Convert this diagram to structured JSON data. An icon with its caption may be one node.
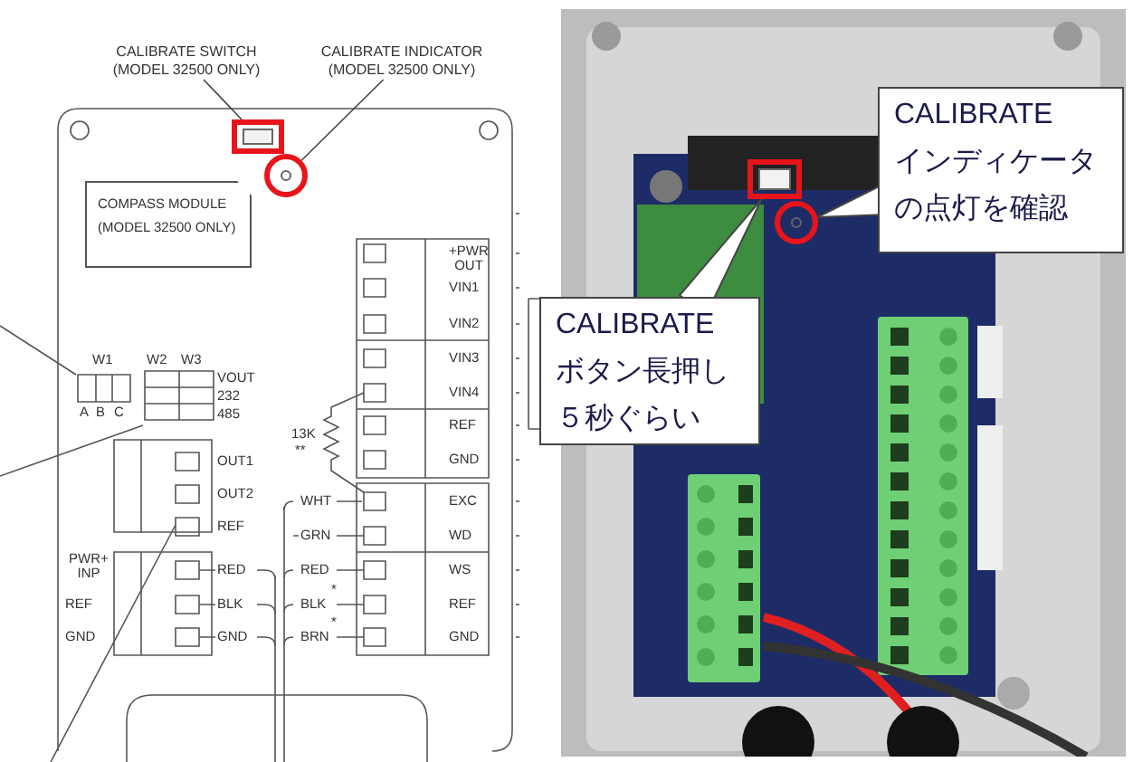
{
  "diagram": {
    "nodes": [
      {
        "text": [
          "CALIBRATE SWITCH (MODEL 32500 ONLY)"
        ]
      },
      {
        "text": [],
        "shape": "box"
      },
      {
        "text": [
          "CALIBRATE INDICATOR (MODEL 32500 ONLY)"
        ]
      },
      {
        "text": [],
        "shape": "circle"
      },
      {
        "text": [
          "COMPASS MODULE",
          "(MODEL 32500 ONLY)"
        ]
      },
      {
        "text": [],
        "shape": "picture"
      },
      {
        "text": [
          "CALIBRATE インディケータの点灯を確認"
        ],
        "in": 5
      },
      {
        "text": [],
        "shape": "box",
        "in": 5
      },
      {
        "text": [],
        "shape": "circle",
        "in": 5
      },
      {
        "text": [
          "CALIBRATE ボタン長押し５秒ぐらい"
        ]
      }
    ],
    "edges": [
      {
        "from": 0,
        "to": 1,
        "arrow": "none"
      },
      {
        "from": 2,
        "to": 3,
        "arrow": "none"
      },
      {
        "from": 6,
        "to": 8,
        "arrow": "none"
      },
      {
        "from": 9,
        "to": 7,
        "arrow": "none"
      }
    ],
    "labels": [
      "+PWR OUT",
      "VIN1",
      "VIN2",
      "W1",
      "W2",
      "W3",
      "VOUT",
      "VIN3",
      "232",
      "A",
      "B",
      "C",
      "485",
      "VIN4",
      "13K",
      "**",
      "REF",
      "OUT1",
      "GND",
      "OUT2",
      "WHT",
      "EXC",
      "REF",
      "GRN",
      "WD",
      "PWR+ INP",
      "RED",
      "RED",
      "WS",
      "*",
      "REF",
      "BLK",
      "BLK",
      "REF",
      "*",
      "GND",
      "GND",
      "BRN",
      "GND"
    ]
  }
}
